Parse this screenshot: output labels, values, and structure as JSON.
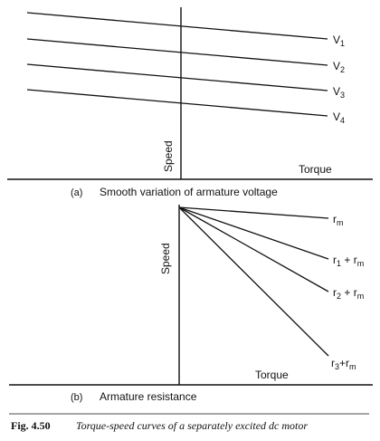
{
  "panel_a": {
    "y_axis_label": "Speed",
    "x_axis_label": "Torque",
    "caption_tag": "(a)",
    "caption_text": "Smooth variation of armature voltage",
    "lines": [
      {
        "label_main": "V",
        "label_sub": "1"
      },
      {
        "label_main": "V",
        "label_sub": "2"
      },
      {
        "label_main": "V",
        "label_sub": "3"
      },
      {
        "label_main": "V",
        "label_sub": "4"
      }
    ]
  },
  "panel_b": {
    "y_axis_label": "Speed",
    "x_axis_label": "Torque",
    "caption_tag": "(b)",
    "caption_text": "Armature resistance",
    "lines": [
      {
        "parts": [
          {
            "t": "r",
            "sub": false
          },
          {
            "t": "m",
            "sub": true
          }
        ]
      },
      {
        "parts": [
          {
            "t": "r",
            "sub": false
          },
          {
            "t": "1",
            "sub": true
          },
          {
            "t": " + r",
            "sub": false
          },
          {
            "t": "m",
            "sub": true
          }
        ]
      },
      {
        "parts": [
          {
            "t": "r",
            "sub": false
          },
          {
            "t": "2",
            "sub": true
          },
          {
            "t": " + r",
            "sub": false
          },
          {
            "t": "m",
            "sub": true
          }
        ]
      },
      {
        "parts": [
          {
            "t": "r",
            "sub": false
          },
          {
            "t": "3",
            "sub": true
          },
          {
            "t": "+r",
            "sub": false
          },
          {
            "t": "m",
            "sub": true
          }
        ]
      }
    ]
  },
  "figure_caption": {
    "number": "Fig. 4.50",
    "title": "Torque-speed curves of a separately excited dc motor"
  }
}
